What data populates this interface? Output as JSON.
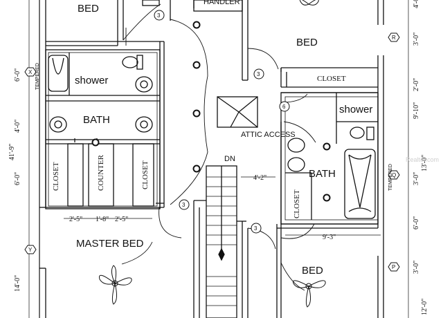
{
  "plan": {
    "rooms": {
      "bed_top_left": "BED",
      "handler": "HANDLER",
      "bed_top_right": "BED",
      "closet_right_top": "CLOSET",
      "shower_left": "shower",
      "bath_left": "BATH",
      "closet_left_a": "CLOSET",
      "counter": "COUNTER",
      "closet_left_b": "CLOSET",
      "attic_access": "ATTIC ACCESS",
      "down": "DN",
      "shower_right": "shower",
      "bath_right": "BATH",
      "closet_right_bottom": "CLOSET",
      "master_bed": "MASTER BED",
      "bed_bottom_right": "BED",
      "tempered_left": "TEMPERED",
      "tempered_right": "TEMPERED"
    },
    "dimensions": {
      "left_6_0_top": "6'-0\"",
      "left_4_0": "4'-0\"",
      "left_41_9": "41'-9\"",
      "left_6_0_bottom": "6'-0\"",
      "left_14_0": "14'-0\"",
      "right_4_0_top": "4'-0\"",
      "right_3_0_a": "3'-0\"",
      "right_2_0": "2'-0\"",
      "right_9_10": "9'-10\"",
      "right_13_0": "13'-0\"",
      "right_3_0_b": "3'-0\"",
      "right_6_0": "6'-0\"",
      "right_3_0_c": "3'-0\"",
      "right_12_0": "12'-0\"",
      "closet_2_5_a": "2'-5\"",
      "counter_1_8": "1'-8\"",
      "closet_2_5_b": "2'-5\"",
      "hall_4_2": "4'-2\"",
      "bath_9_3": "9'-3\""
    },
    "markers": {
      "x": "X",
      "y": "Y",
      "r": "R",
      "q": "Q",
      "p": "P",
      "n3a": "3",
      "n3b": "3",
      "n3c": "3",
      "n3d": "3",
      "n6": "6"
    },
    "watermark": "Realtor.com"
  }
}
